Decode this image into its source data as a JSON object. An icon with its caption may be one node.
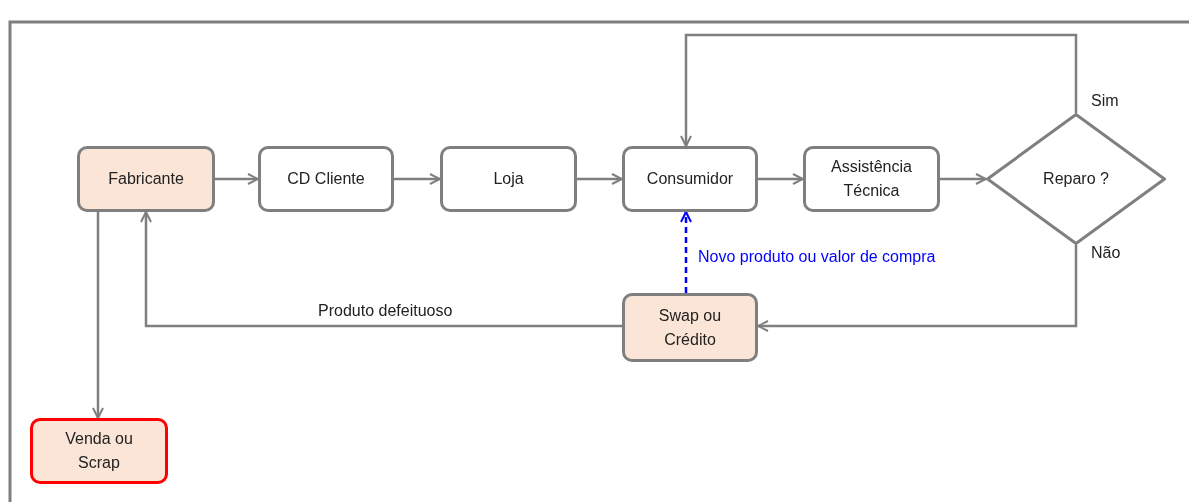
{
  "diagram": {
    "nodes": [
      {
        "text": [
          "Fabricante"
        ]
      },
      {
        "text": [
          "CD Cliente"
        ]
      },
      {
        "text": [
          "Loja"
        ]
      },
      {
        "text": [
          "Consumidor"
        ]
      },
      {
        "text": [
          "Assistência Técnica"
        ]
      },
      {
        "text": [
          "Reparo ?"
        ]
      },
      {
        "text": [
          "Swap ou Crédito"
        ]
      },
      {
        "text": [
          "Venda ou Scrap"
        ]
      }
    ],
    "edges": [
      {
        "from": 0,
        "to": 1,
        "arrow": "to"
      },
      {
        "from": 1,
        "to": 2,
        "arrow": "to"
      },
      {
        "from": 2,
        "to": 3,
        "arrow": "to"
      },
      {
        "from": 3,
        "to": 4,
        "arrow": "to"
      },
      {
        "from": 4,
        "to": 5,
        "arrow": "to"
      },
      {
        "from": 5,
        "to": 3,
        "label": "Sim",
        "arrow": "to"
      },
      {
        "from": 5,
        "to": 6,
        "label": "Não",
        "arrow": "to"
      },
      {
        "from": 6,
        "to": 3,
        "label": "Novo produto ou valor de compra",
        "arrow": "to",
        "style": "dashed",
        "color": "#0000ff"
      },
      {
        "from": 6,
        "to": 0,
        "label": "Produto defeituoso",
        "arrow": "to"
      },
      {
        "from": 0,
        "to": 7,
        "arrow": "to"
      }
    ]
  }
}
